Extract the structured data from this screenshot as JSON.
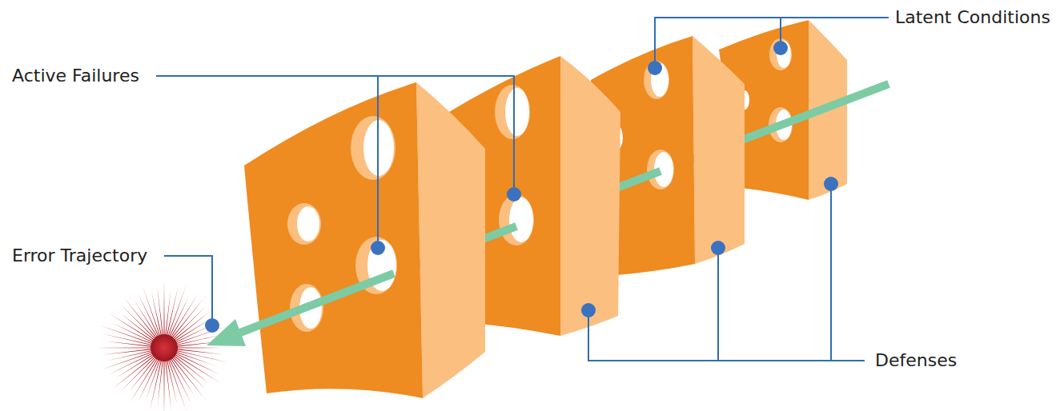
{
  "diagram": {
    "labels": [
      "Latent Conditions",
      "Active Failures",
      "Error Trajectory",
      "Defenses"
    ]
  }
}
